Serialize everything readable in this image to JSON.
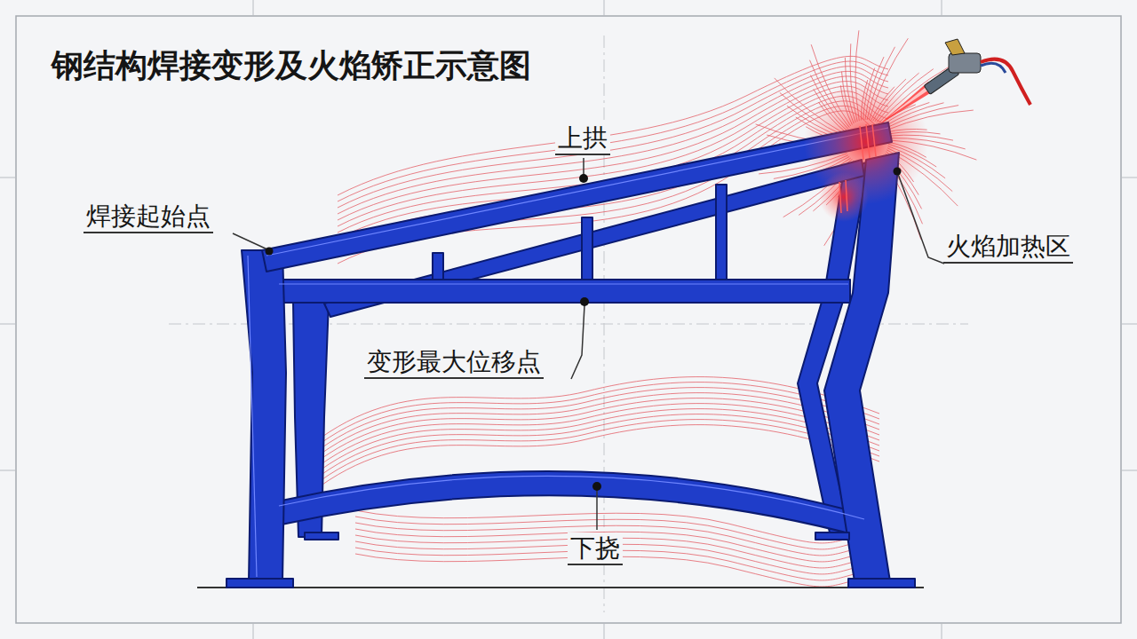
{
  "diagram": {
    "title": "钢结构焊接变形及火焰矫正示意图",
    "labels": [
      "上拱",
      "焊接起始点",
      "变形最大位移点",
      "火焰加热区",
      "下挠"
    ]
  }
}
